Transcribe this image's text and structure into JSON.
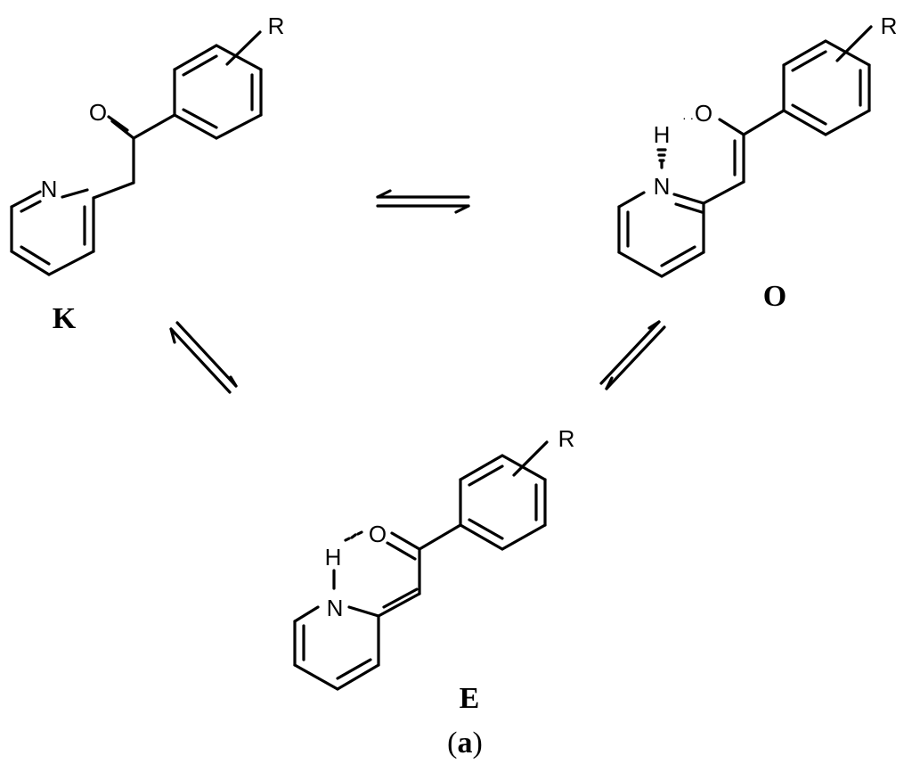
{
  "atoms": {
    "nitrogen": "N",
    "oxygen": "O",
    "hydrogen": "H",
    "substituent": "R"
  },
  "structures": {
    "keto": {
      "label": "K"
    },
    "enol": {
      "label": "O"
    },
    "enamine": {
      "label": "E"
    }
  },
  "caption": {
    "open": "(",
    "letter": "a",
    "close": ")"
  }
}
